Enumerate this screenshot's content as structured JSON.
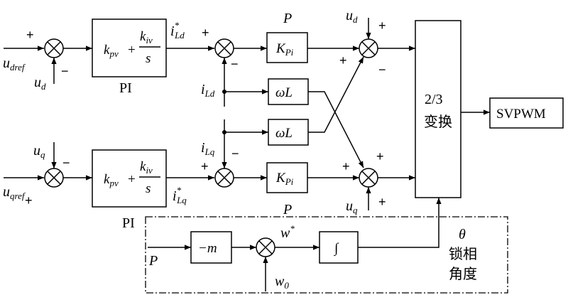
{
  "inputs": {
    "u_dref": {
      "base": "u",
      "sub": "dref"
    },
    "u_qref": {
      "base": "u",
      "sub": "qref"
    },
    "u_d_feedback": {
      "base": "u",
      "sub": "d"
    },
    "u_q_feedback": {
      "base": "u",
      "sub": "q"
    },
    "u_d_feedforward": {
      "base": "u",
      "sub": "d"
    },
    "u_q_feedforward": {
      "base": "u",
      "sub": "q"
    },
    "i_Ld": {
      "base": "i",
      "sub": "Ld"
    },
    "i_Lq": {
      "base": "i",
      "sub": "Lq"
    },
    "P": "P",
    "w0": {
      "base": "w",
      "sub": "0"
    }
  },
  "pi_blocks": [
    {
      "kp": "k",
      "kp_sub": "pv",
      "plus": "+",
      "ki": "k",
      "ki_sub": "iv",
      "den": "s",
      "caption": "PI"
    },
    {
      "kp": "k",
      "kp_sub": "pv",
      "plus": "+",
      "ki": "k",
      "ki_sub": "iv",
      "den": "s",
      "caption": "PI"
    }
  ],
  "current_refs": [
    {
      "base": "i",
      "sup": "*",
      "sub": "Ld"
    },
    {
      "base": "i",
      "sup": "*",
      "sub": "Lq"
    }
  ],
  "p_blocks": [
    {
      "base": "K",
      "sub": "Pi",
      "caption": "P"
    },
    {
      "base": "K",
      "sub": "Pi",
      "caption": "P"
    }
  ],
  "coupling_blocks": [
    "ωL",
    "ωL"
  ],
  "transform_block": {
    "line1": "2/3",
    "line2": "变换"
  },
  "svpwm_block": "SVPWM",
  "pll": {
    "gain": "−m",
    "integrator": "∫",
    "w_star": {
      "base": "w",
      "sup": "*"
    },
    "theta": "θ",
    "label_line1": "锁相",
    "label_line2": "角度"
  },
  "signs": {
    "j1_top": "+",
    "j1_bottom": "−",
    "j2_left": "+",
    "j2_bottom": "−",
    "j3_top": "+",
    "j3_left": "+",
    "j3_bottom": "−",
    "j4_top": "−",
    "j4_left": "+",
    "j5_left": "+",
    "j5_top": "−",
    "j6_left": "+",
    "j6_top": "+",
    "j6_bottom": "+"
  }
}
